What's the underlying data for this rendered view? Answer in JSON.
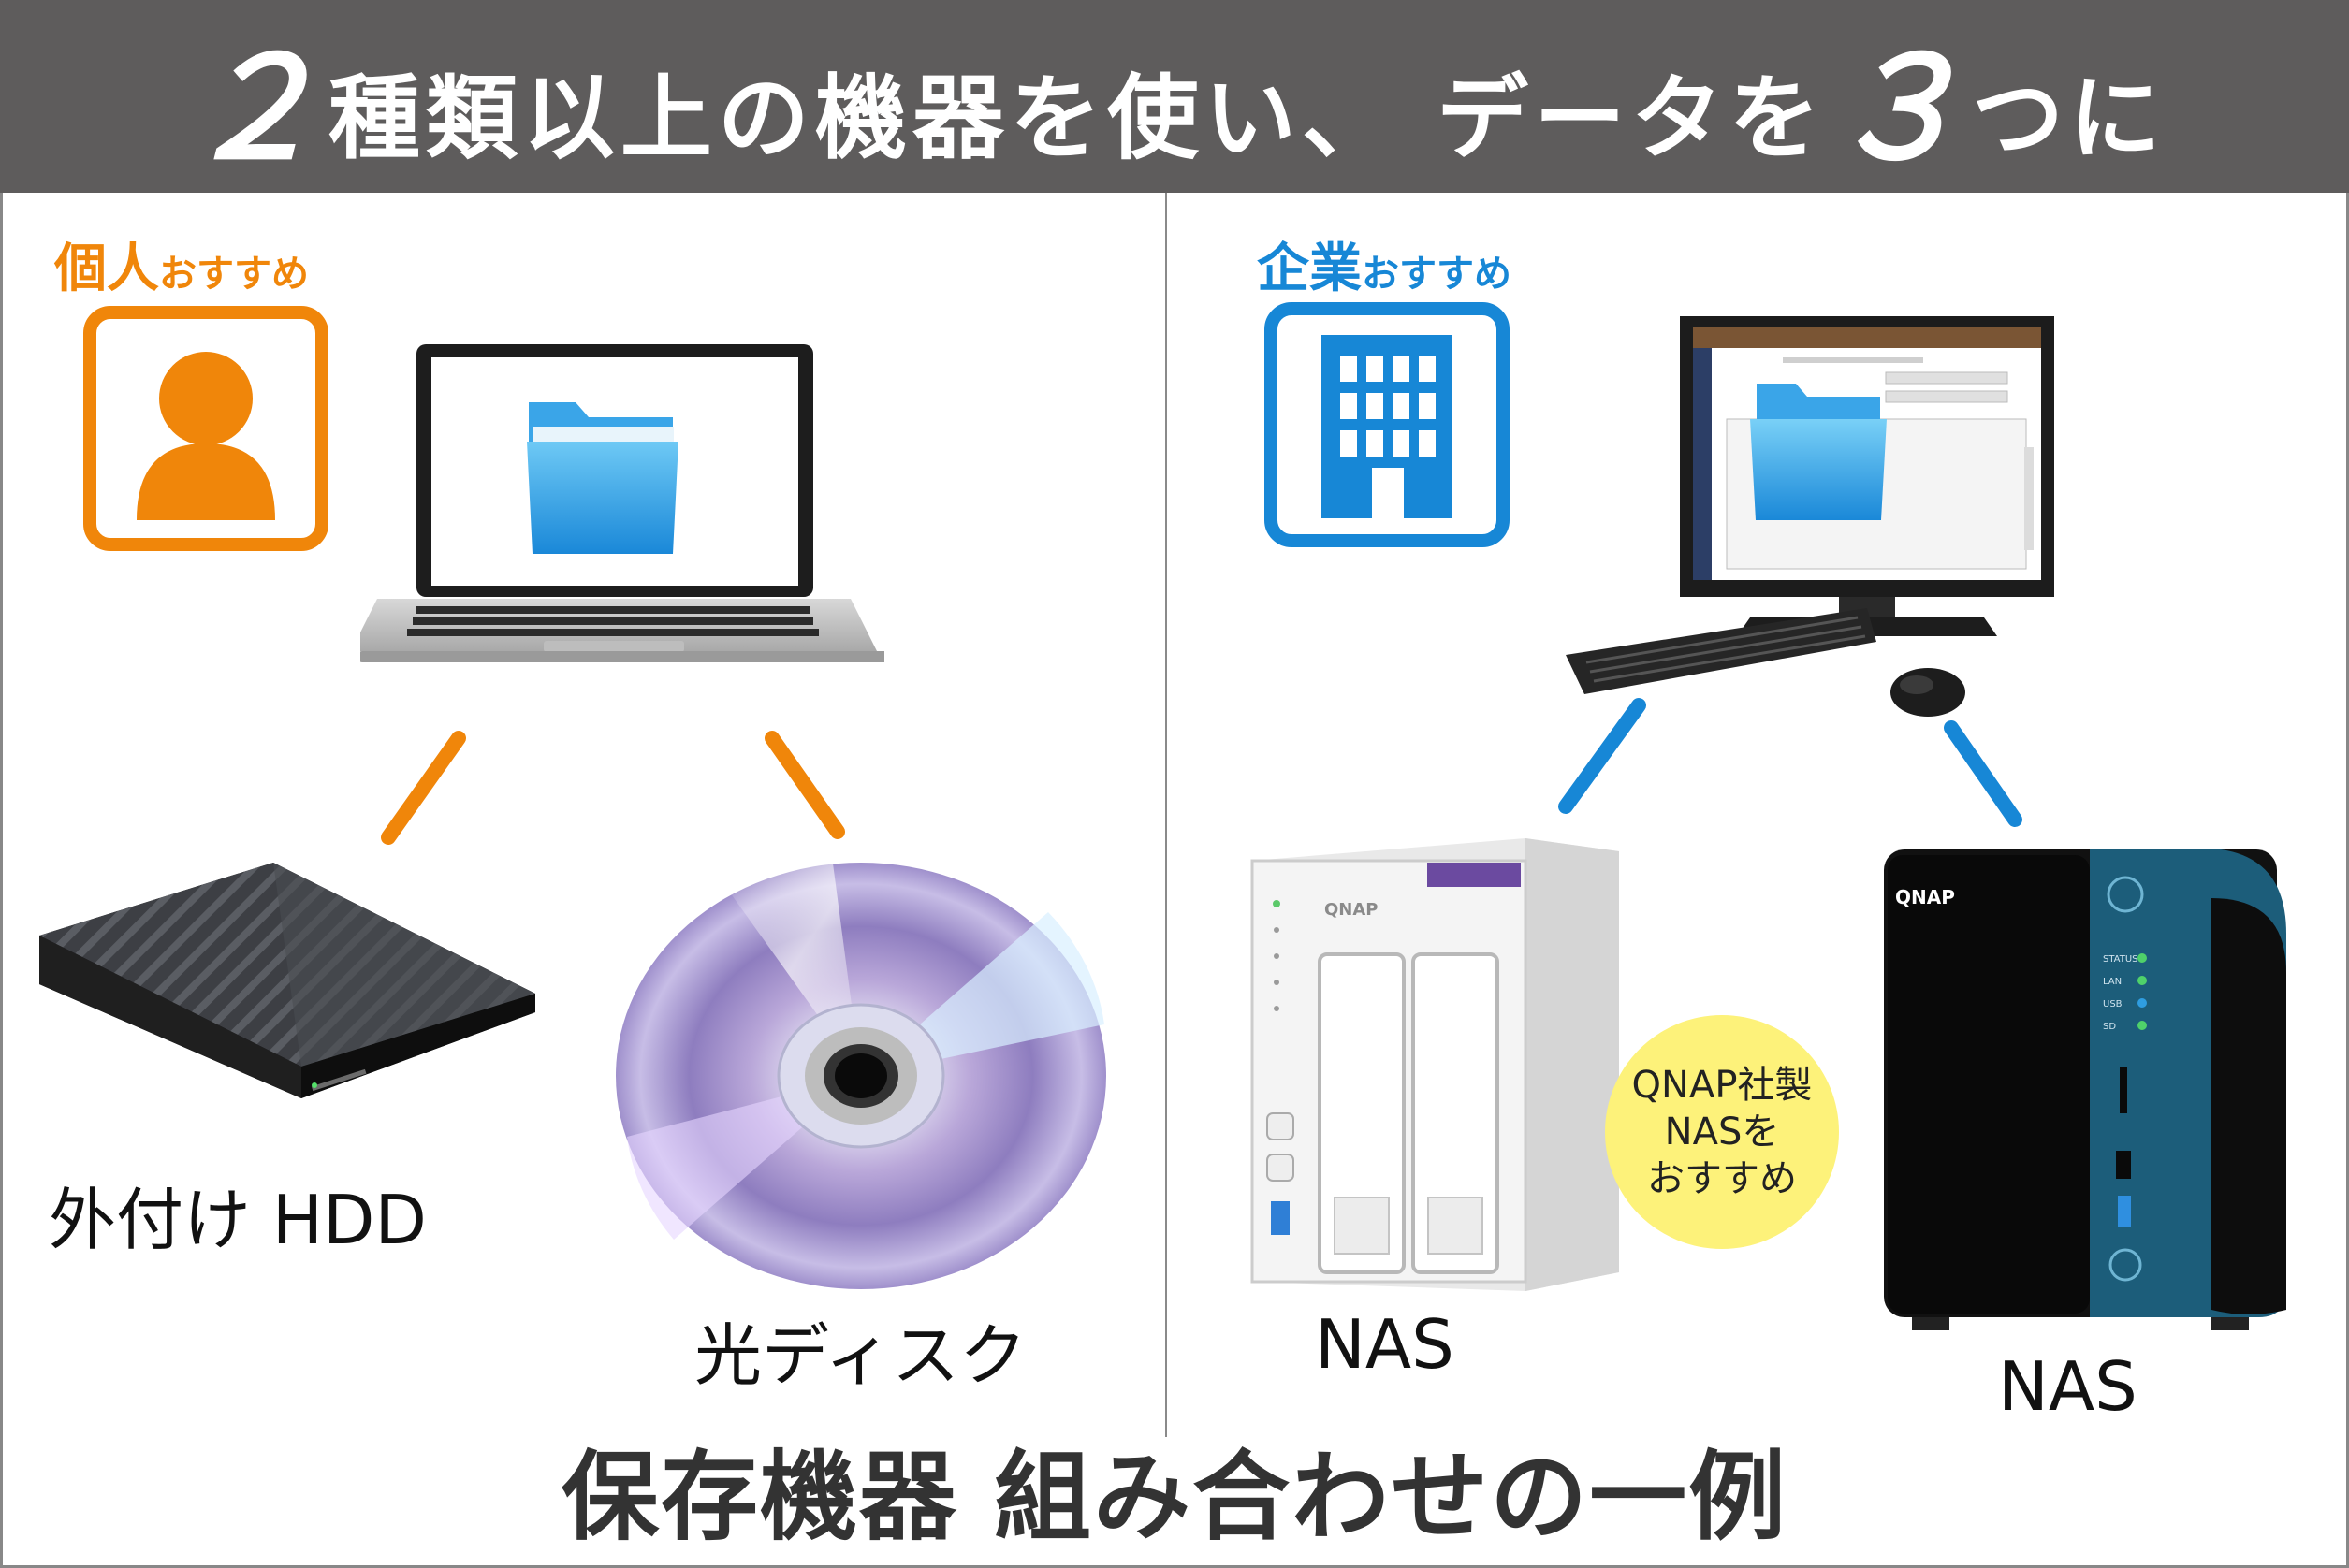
{
  "banner": {
    "part1": "２",
    "part2": "種類以上の機器を使い、 データを",
    "part3": "３",
    "part4": "つに"
  },
  "personal": {
    "tag_main": "個人",
    "tag_sub": "おすすめ",
    "color": "#f0860a",
    "icon": "person-icon"
  },
  "enterprise": {
    "tag_main": "企業",
    "tag_sub": "おすすめ",
    "color": "#1787d6",
    "icon": "building-icon"
  },
  "devices": {
    "hdd_label": "外付け HDD",
    "disc_label": "光ディスク",
    "nas1_label": "NAS",
    "nas2_label": "NAS"
  },
  "nas1_brand": "QNAP",
  "nas2_brand": "QNAP",
  "nas2_led_labels": [
    "STATUS",
    "LAN",
    "USB",
    "SD"
  ],
  "bubble": {
    "line1": "QNAP社製",
    "line2": "NASを",
    "line3": "おすすめ"
  },
  "bottom_title": "保存機器 組み合わせの一例"
}
